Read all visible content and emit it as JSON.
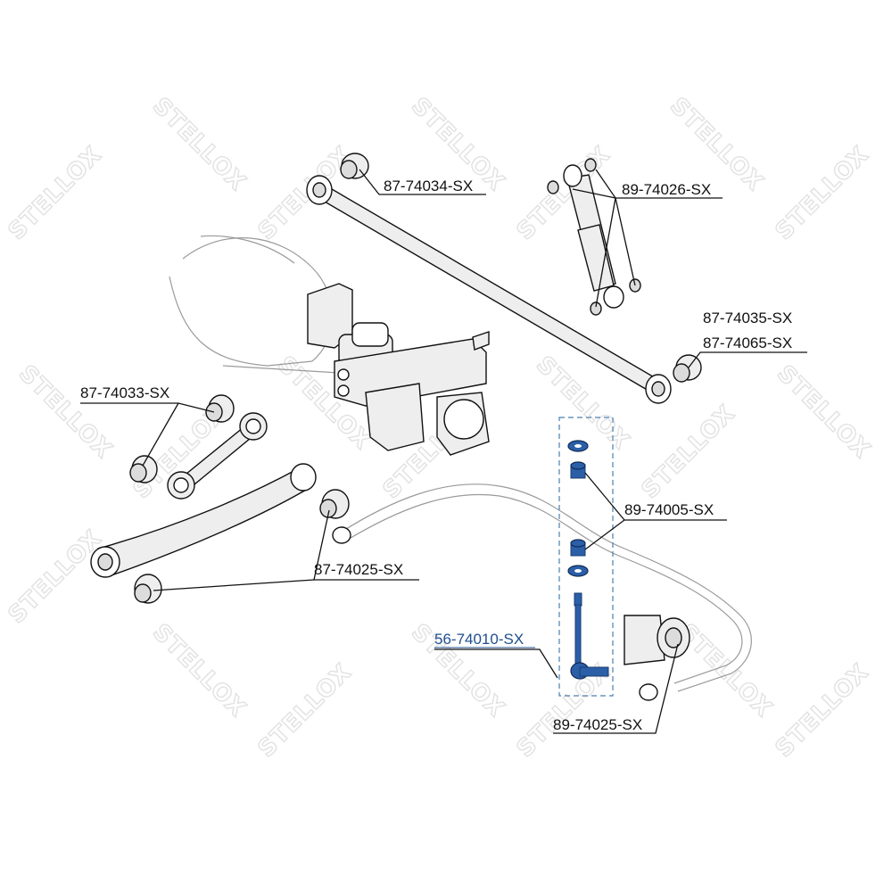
{
  "watermark": {
    "brand": "STELLOX"
  },
  "labels": {
    "rear_upper_bushing": "87-74034-SX",
    "shock_mount_kit": "89-74026-SX",
    "panhard_bushing_a": "87-74035-SX",
    "panhard_bushing_b": "87-74065-SX",
    "upper_link_bushing": "87-74033-SX",
    "lower_arm_bushing": "87-74025-SX",
    "stab_link_bushings": "89-74005-SX",
    "stab_link": "56-74010-SX",
    "stab_bar_bushing": "89-74025-SX"
  },
  "colors": {
    "highlight": "#2b5fa8",
    "line": "#111111",
    "watermark": "#e2e2e2"
  }
}
